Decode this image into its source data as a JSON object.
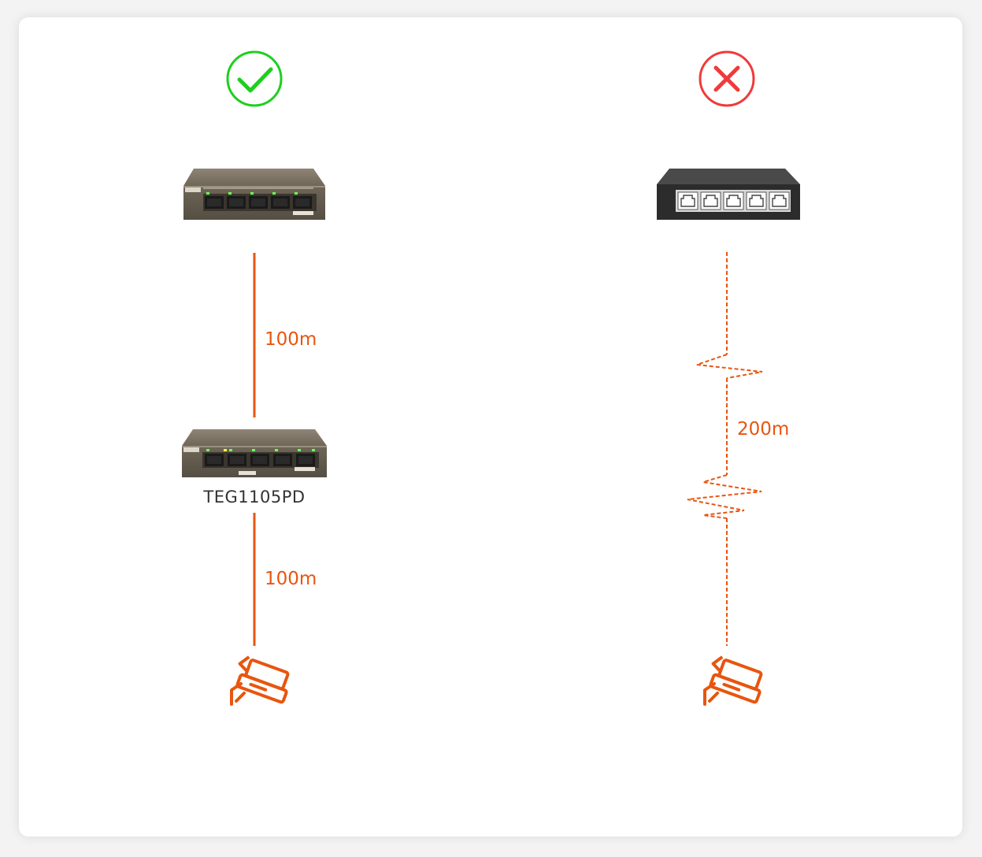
{
  "colors": {
    "ok": "#1fcf1f",
    "bad": "#ef3b3b",
    "cable": "#e8550f",
    "device_label": "#333333"
  },
  "left": {
    "status_icon": "check-circle-icon",
    "top_device_icon": "poe-switch-icon",
    "segment1_label": "100m",
    "extender_label": "TEG1105PD",
    "segment2_label": "100m",
    "end_device_icon": "cctv-camera-icon"
  },
  "right": {
    "status_icon": "cross-circle-icon",
    "top_device_icon": "generic-switch-icon",
    "segment_label": "200m",
    "end_device_icon": "cctv-camera-icon"
  }
}
